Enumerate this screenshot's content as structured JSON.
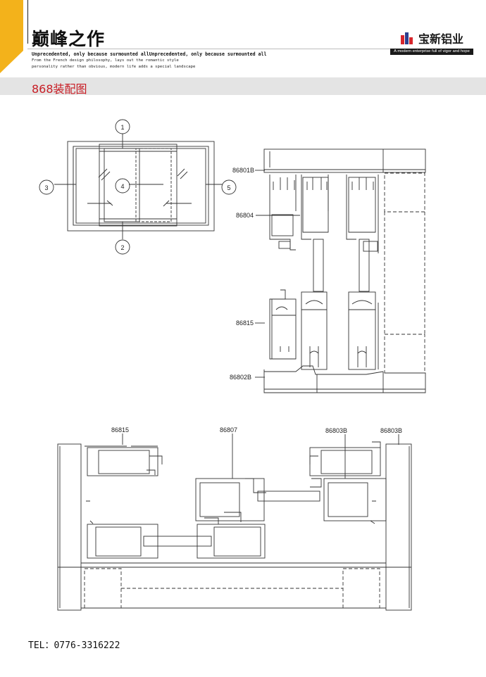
{
  "header": {
    "title": "巅峰之作",
    "tagline_bold": "Unprecedented, only because surmounted allUnprecedented, only because surmounted all",
    "tagline_line2": "From the French design philosophy, lays out the romantic style",
    "tagline_line3": "personality rather than obvious, modern life adds a special landscape"
  },
  "brand": {
    "name": "宝新铝业",
    "slogan": "A modern enterprise full of vigor and hope"
  },
  "section": {
    "title": "868装配图"
  },
  "diagram_top_left": {
    "markers": [
      "1",
      "2",
      "3",
      "4",
      "5"
    ]
  },
  "diagram_top_right": {
    "labels": [
      "86801B",
      "86804",
      "86815",
      "86802B"
    ]
  },
  "diagram_bottom": {
    "labels": [
      "86815",
      "86807",
      "86803B",
      "86803B"
    ]
  },
  "footer": {
    "tel": "TEL：0776-3316222"
  },
  "colors": {
    "accent_yellow": "#f3b21b",
    "section_red": "#c81d25",
    "brand_red": "#d7262c",
    "brand_blue": "#2c3f8f"
  }
}
